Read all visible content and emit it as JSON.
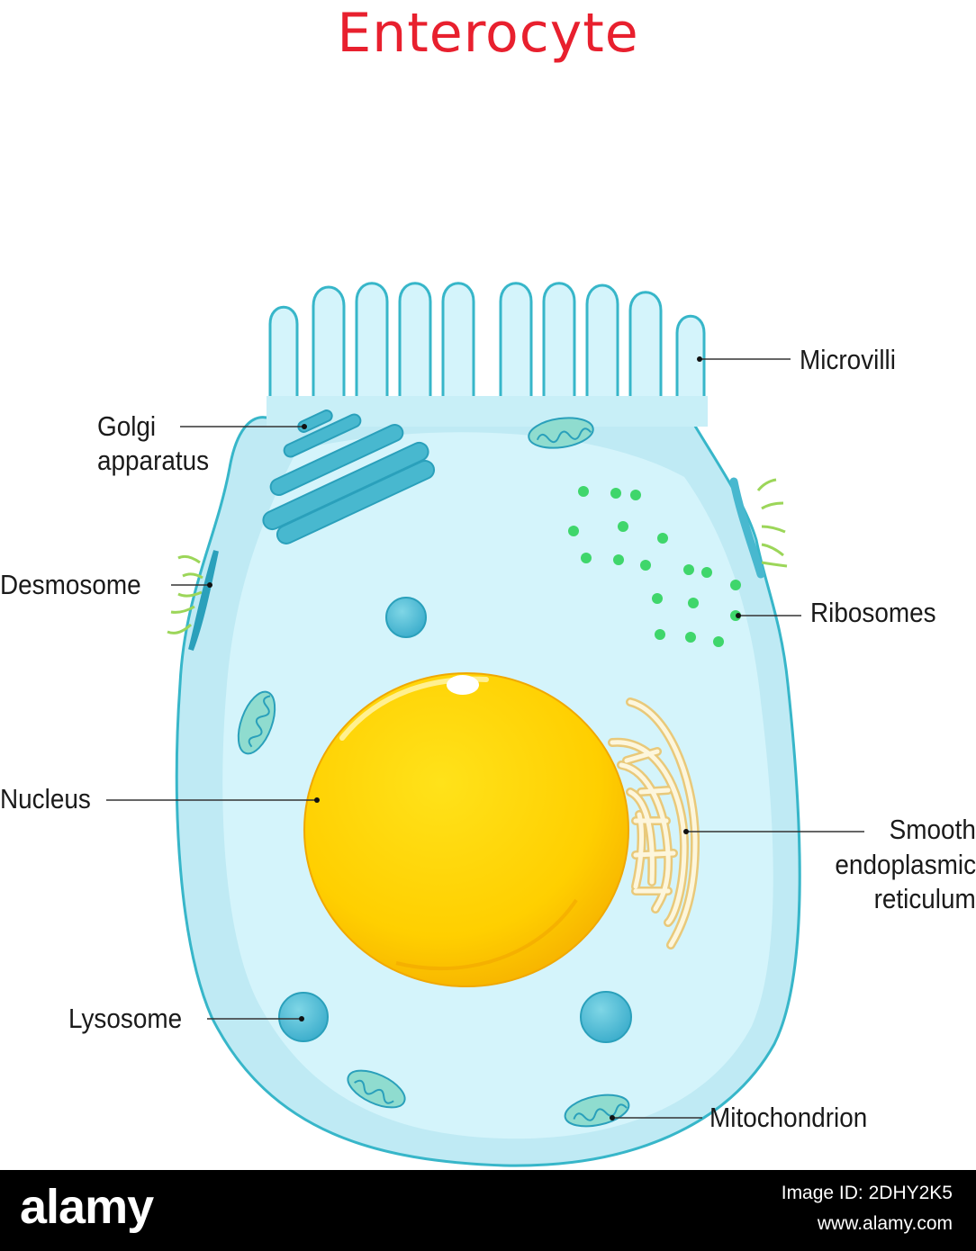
{
  "title": "Enterocyte",
  "labels": {
    "microvilli": "Microvilli",
    "golgi_line1": "Golgi",
    "golgi_line2": "apparatus",
    "desmosome": "Desmosome",
    "ribosomes": "Ribosomes",
    "nucleus": "Nucleus",
    "ser_line1": "Smooth",
    "ser_line2": "endoplasmic",
    "ser_line3": "reticulum",
    "lysosome": "Lysosome",
    "mitochondrion": "Mitochondrion"
  },
  "footer": {
    "brand": "alamy",
    "image_id": "Image ID: 2DHY2K5",
    "site": "www.alamy.com"
  },
  "colors": {
    "title": "#e8202e",
    "cytoplasm": "#cdf1f8",
    "membrane": "#37b6c9",
    "organelle": "#48b8cf",
    "nucleus": "#ffd000",
    "ribosome": "#3fd66b",
    "mitochondrion": "#8fdccf",
    "ser": "#fbeec0"
  }
}
